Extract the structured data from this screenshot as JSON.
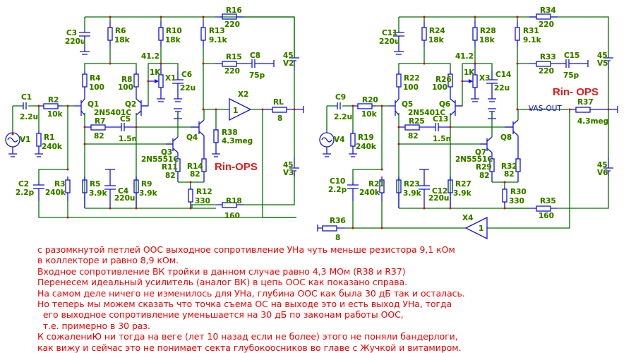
{
  "diagram": {
    "left": {
      "labels": {
        "C3": "C3",
        "C3v": "220u",
        "R6": "R6",
        "R6v": "18k",
        "R10": "R10",
        "R10v": "18k",
        "R13": "R13",
        "R13v": "9.1k",
        "R16": "R16",
        "R16v": "220",
        "R15": "R15",
        "R15v": "220",
        "C8": "C8",
        "C8v": "75p",
        "V2": "V2",
        "V2v": "45",
        "node": "41.2",
        "R4": "R4",
        "R4v": "100",
        "R8": "R8",
        "R8v": "100",
        "X1v": "1K",
        "X1": "X1",
        "C6": "C6",
        "C6v": "22u",
        "C1": "C1",
        "C1v": "2.2u",
        "R2": "R2",
        "R2v": "10k",
        "Q1": "Q1",
        "Q2": "Q2",
        "Qpnp": "2N5401C",
        "R7": "R7",
        "R7v": "82",
        "C5": "C5",
        "C5v": "1.5n",
        "X2": "X2",
        "X2g": "1",
        "RL": "RL",
        "RLv": "8",
        "V1": "V1",
        "R1": "R1",
        "R1v": "240k",
        "Q4": "Q4",
        "R38": "R38",
        "R38v": "4.3meg",
        "Q3": "Q3",
        "Qnpn": "2N5551C",
        "R11": "R11",
        "R11v": "82",
        "R14": "R14",
        "R14v": "82",
        "rin": "Rin-OPS",
        "V3": "V3",
        "V3v": "45",
        "C2": "C2",
        "C2v": "2.2p",
        "R3": "R3",
        "R3v": "240k",
        "R5": "R5",
        "R5v": "3.9k",
        "C4": "C4",
        "C4v": "220u",
        "R9": "R9",
        "R9v": "3.9k",
        "R12": "R12",
        "R12v": "330",
        "R18": "R18",
        "R18v": "160"
      }
    },
    "right": {
      "labels": {
        "C11": "C11",
        "C11v": "220u",
        "R24": "R24",
        "R24v": "18k",
        "R28": "R28",
        "R28v": "18k",
        "R31": "R31",
        "R31v": "9.1k",
        "R34": "R34",
        "R34v": "220",
        "R33": "R33",
        "R33v": "220",
        "C15": "C15",
        "C15v": "75p",
        "V5": "V5",
        "V5v": "45",
        "node": "41.2",
        "R22": "R22",
        "R22v": "100",
        "R26": "R26",
        "R26v": "100",
        "X3v": "1K",
        "X3": "X3",
        "C14": "C14",
        "C14v": "22u",
        "C9": "C9",
        "C9v": "2.2u",
        "R20": "R20",
        "R20v": "10k",
        "Q5": "Q5",
        "Q6": "Q6",
        "Qpnp": "2N5401C",
        "R25": "R25",
        "R25v": "82",
        "C13": "C13",
        "C13v": "1.5n",
        "rin": "Rin- OPS",
        "vasout": "VAS-OUT",
        "R37": "R37",
        "R37v": "4.3meg",
        "V4": "V4",
        "R19": "R19",
        "R19v": "240k",
        "Q8": "Q8",
        "Q7": "Q7",
        "Qnpn": "2N5551C",
        "R29": "R29",
        "R29v": "82",
        "R32": "R32",
        "R32v": "82",
        "V6": "V6",
        "V6v": "45",
        "C10": "C10",
        "C10v": "2.2p",
        "R21": "R21",
        "R21v": "240k",
        "R23": "R23",
        "R23v": "3.9k",
        "C12": "C12",
        "C12v": "220u",
        "R27": "R27",
        "R27v": "3.9k",
        "R30": "R30",
        "R30v": "330",
        "R35": "R35",
        "R35v": "160",
        "R36": "R36",
        "R36v": "8",
        "X4": "X4",
        "X4g": "1"
      }
    }
  },
  "note": {
    "lines": [
      "с разомкнутой петлей ООС выходное сопротивление УНа чуть меньше резистора 9,1 кОм",
      "в коллекторе и равно 8,9 кОм.",
      "Входное сопротивление ВК тройки в данном случае равно 4,3 МОм (R38 и R37)",
      "Перенесем идеальный усилитель (аналог ВК) в цепь ООС как показано справа.",
      "На самом деле ничего не изменилось для УНа, глубина ООС как была 30 дБ так и осталась.",
      "Но теперь мы можем сказать что точка съема ОС на выходе это и есть выход УНа, тогда",
      "  его выходное сопротивление уменьшается на 30 дБ по законам работы ООС,",
      "  т.е. примерно в 30 раз.",
      "К сожалениЮ ни тогда на веге (лет 10 назад если не более) этого не поняли бандерлоги,",
      "как вижу и сейчас это не понимает секта глубокоосников во главе с Жучкой и витамиром."
    ]
  }
}
